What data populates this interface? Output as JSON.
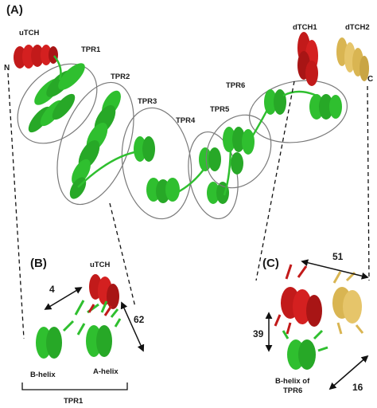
{
  "panels": {
    "a": "(A)",
    "b": "(B)",
    "c": "(C)"
  },
  "termini": {
    "n": "N",
    "c": "C"
  },
  "labels": {
    "utch": "uTCH",
    "tpr1": "TPR1",
    "tpr2": "TPR2",
    "tpr3": "TPR3",
    "tpr4": "TPR4",
    "tpr5": "TPR5",
    "tpr6": "TPR6",
    "dtch1": "dTCH1",
    "dtch2": "dTCH2"
  },
  "panel_b": {
    "utch": "uTCH",
    "b_helix": "B-helix",
    "a_helix": "A-helix",
    "tpr1": "TPR1",
    "dist_short": "4",
    "dist_long": "62"
  },
  "panel_c": {
    "top": "51",
    "left": "39",
    "bottom": "16",
    "b_helix_line1": "B-helix of",
    "b_helix_line2": "TPR6"
  },
  "colors": {
    "tpr_green": "#2fbf2f",
    "tpr_dark": "#1f8a1f",
    "utch_red": "#c21a1a",
    "dtch2_gold": "#d9b552",
    "outline_gray": "#7a7a7a"
  }
}
